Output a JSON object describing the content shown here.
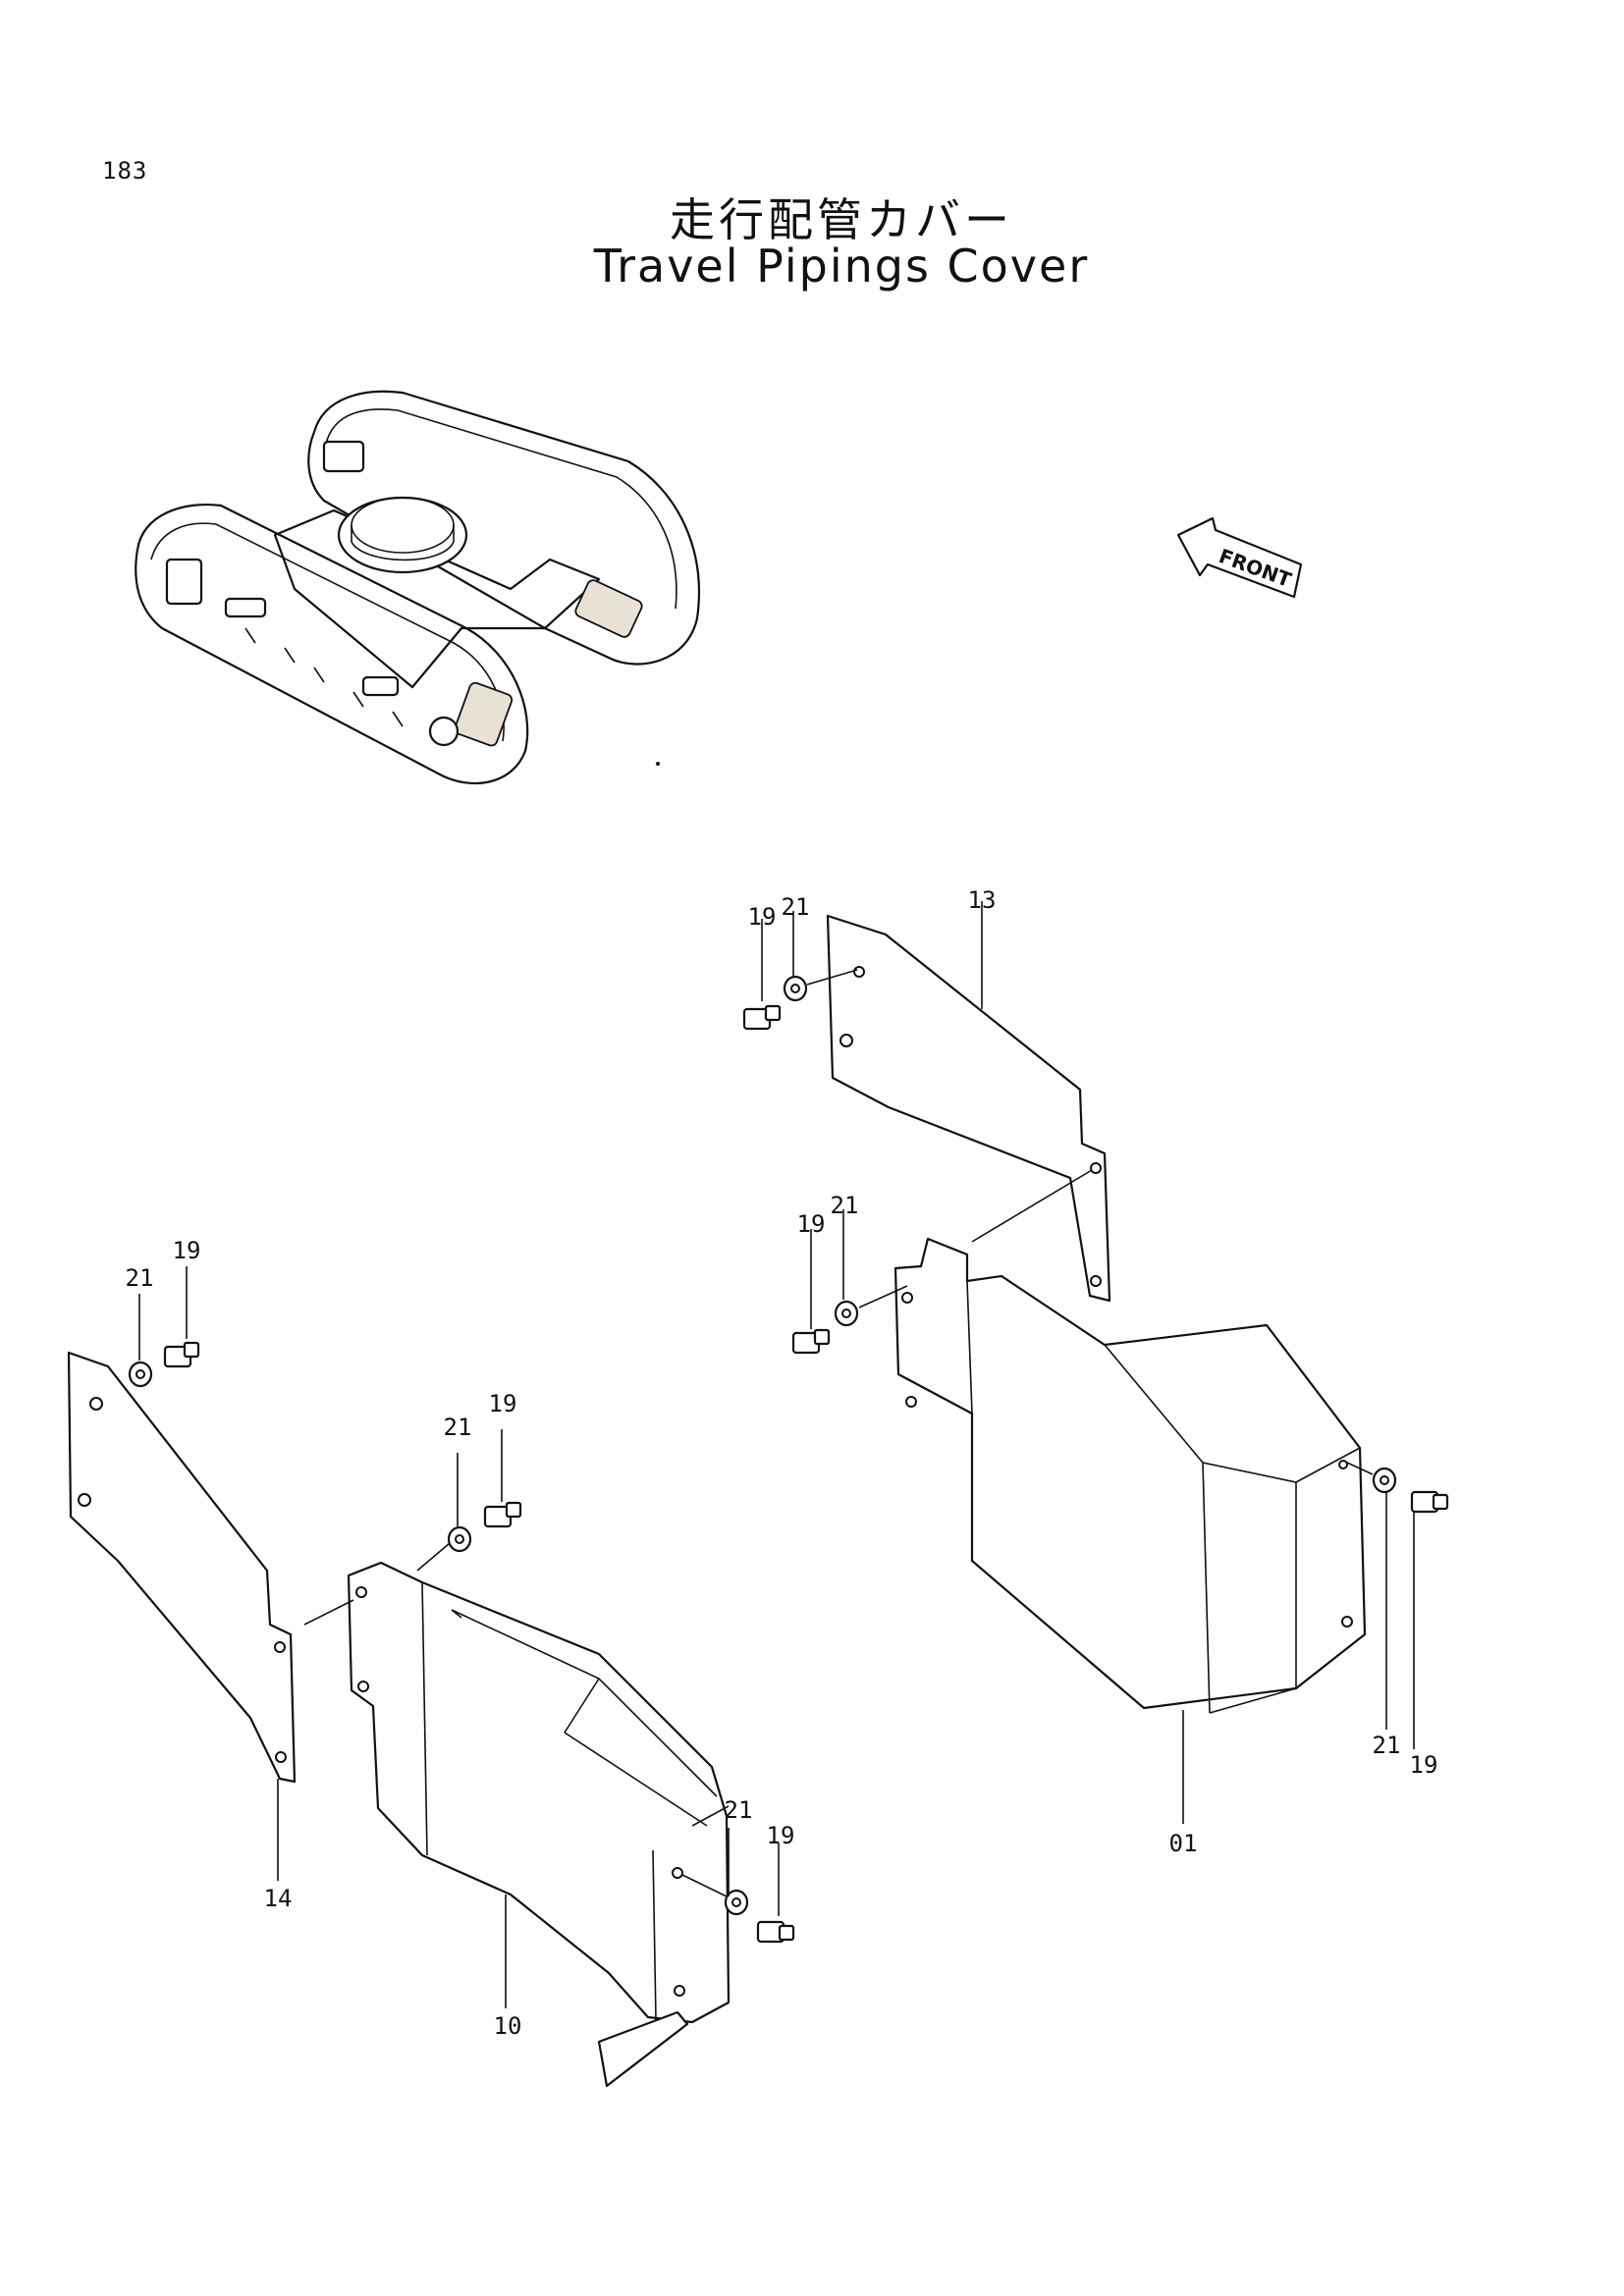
{
  "page": {
    "number": "183",
    "title_jp": "走行配管カバー",
    "title_en": "Travel Pipings Cover"
  },
  "direction_marker": {
    "label": "FRONT",
    "icon": "arrow-left-icon"
  },
  "callouts": {
    "c13": "13",
    "c19a": "19",
    "c21a": "21",
    "c19b": "19",
    "c21b": "21",
    "c21c": "21",
    "c19c": "19",
    "c21d": "21",
    "c19d": "19",
    "c21e": "21",
    "c19e": "19",
    "c21f": "21",
    "c19f": "19",
    "c14": "14",
    "c10": "10",
    "c01": "01"
  }
}
